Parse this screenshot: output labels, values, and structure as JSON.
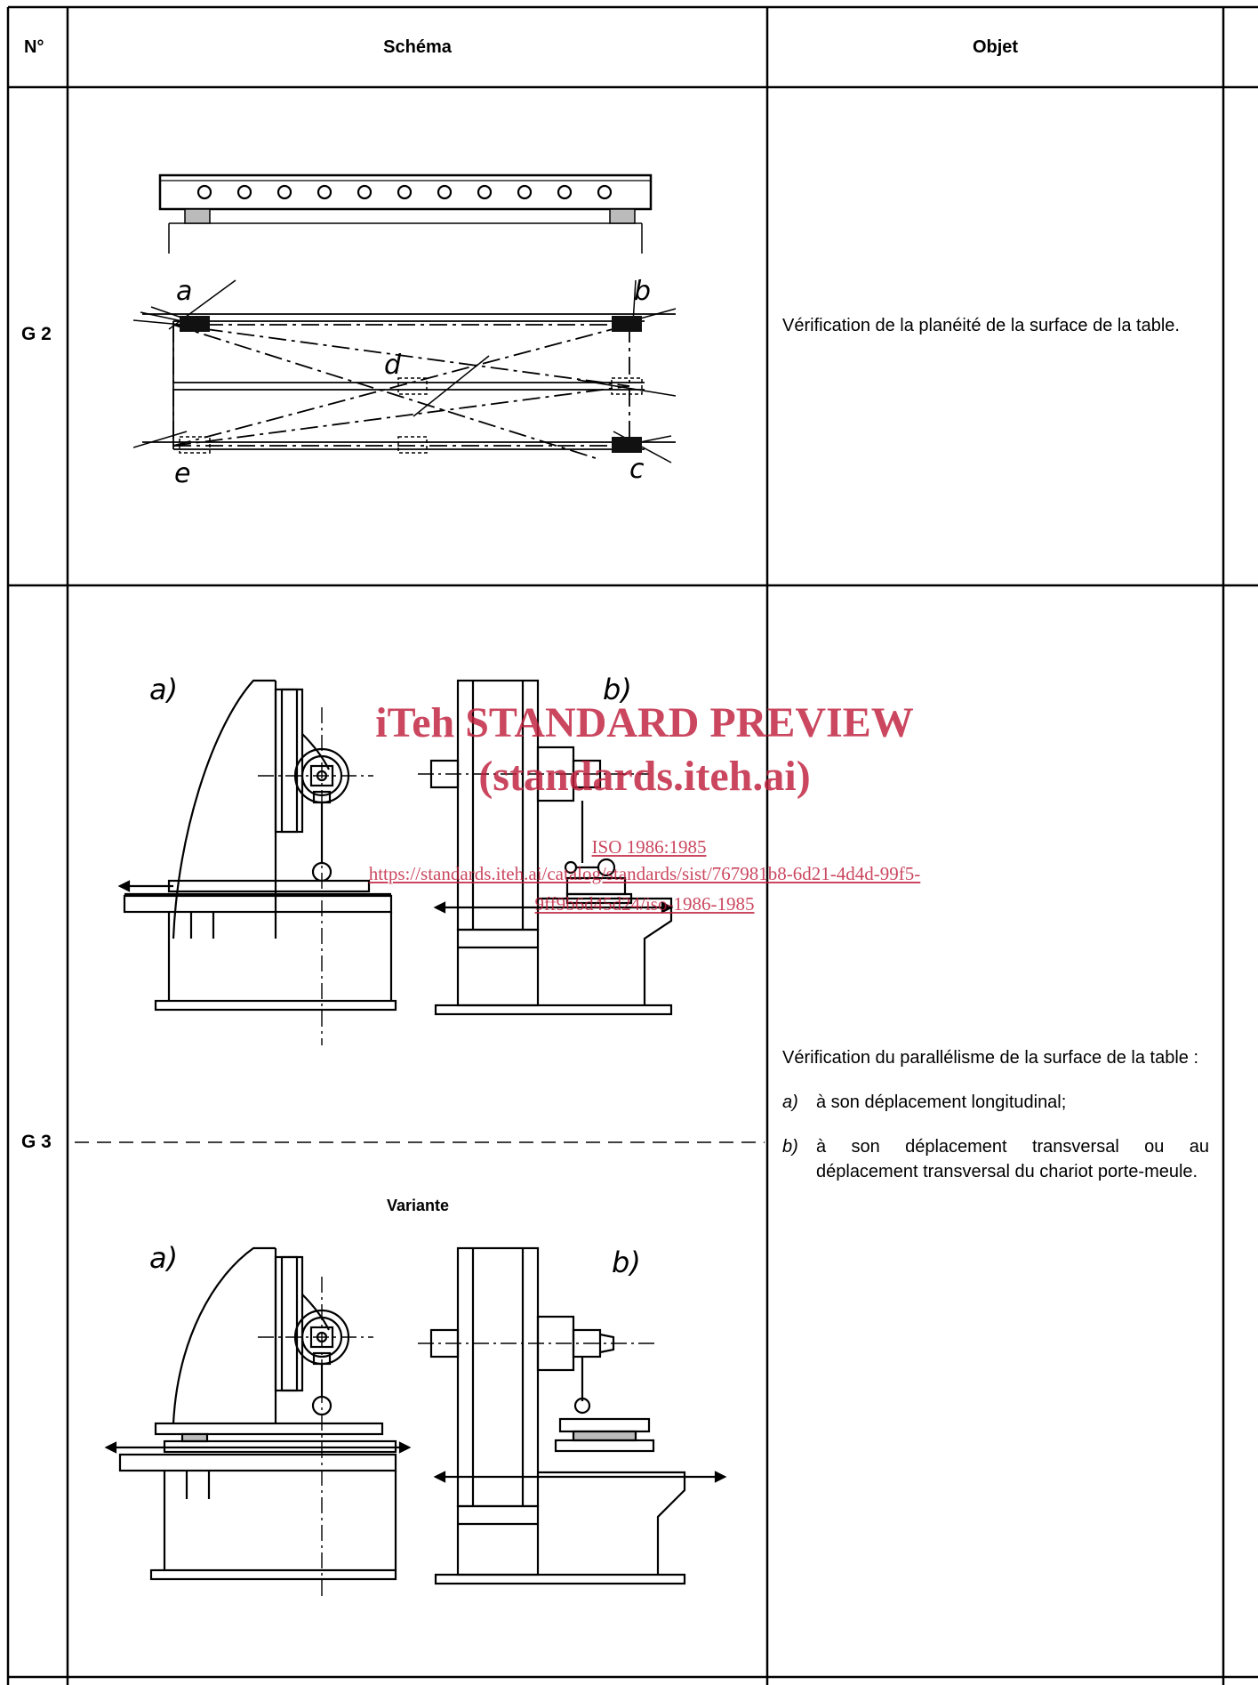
{
  "table": {
    "headers": {
      "no": "N°",
      "schema": "Schéma",
      "objet": "Objet"
    }
  },
  "rows": [
    {
      "id": "G 2",
      "figure_labels": [
        "a",
        "b",
        "c",
        "d",
        "e"
      ],
      "objet": "Vérification de la planéité de la surface de la table."
    },
    {
      "id": "G 3",
      "figure_labels": {
        "left": "a)",
        "right": "b)"
      },
      "variante_label": "Variante",
      "objet_intro": "Vérification du parallélisme de la surface de la table :",
      "items": [
        {
          "label": "a)",
          "text": "à son déplacement longitudinal;"
        },
        {
          "label": "b)",
          "text": "à son déplacement transversal ou au déplacement transversal du chariot porte-meule."
        }
      ]
    }
  ],
  "watermark": {
    "title": "iTeh STANDARD PREVIEW",
    "subtitle": "(standards.iteh.ai)",
    "standard": "ISO 1986:1985",
    "url_line1": "https://standards.iteh.ai/catalog/standards/sist/767981b8-6d21-4d4d-99f5-",
    "url_line2": "9ff9b6d45d24/iso-1986-1985"
  }
}
